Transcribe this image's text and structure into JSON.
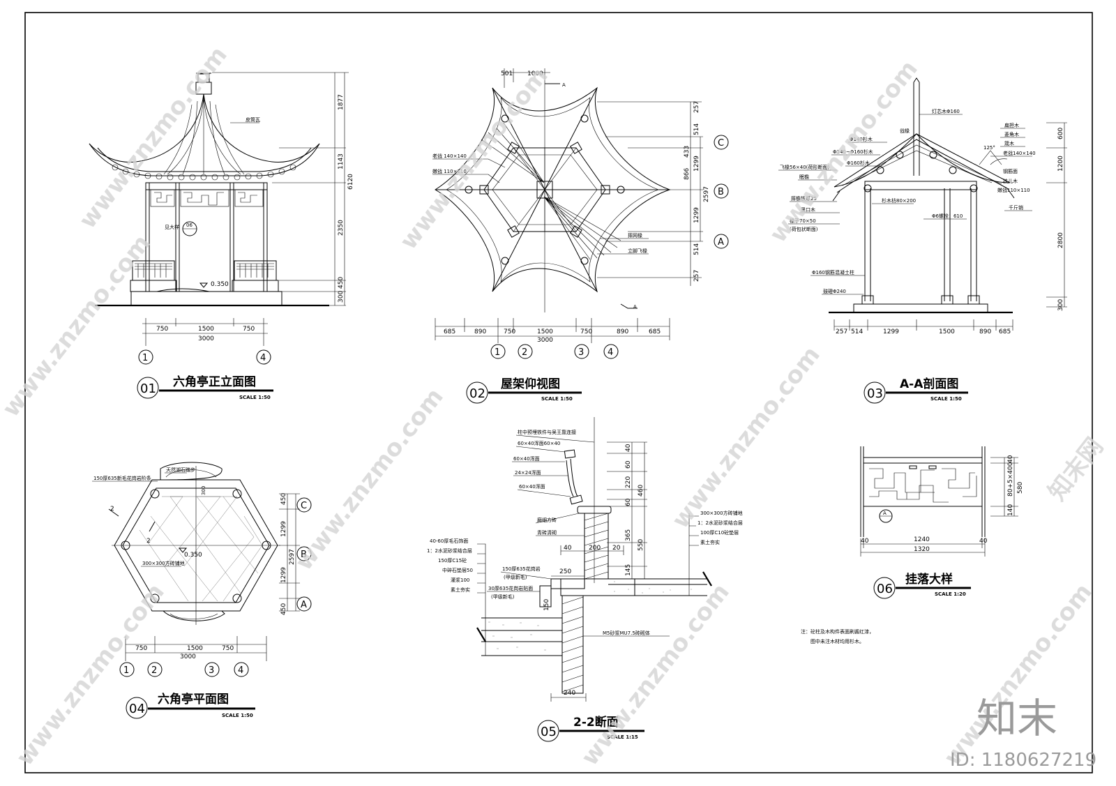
{
  "sheet": {
    "views": {
      "v01": {
        "no": "01",
        "title": "六角亭正立面图",
        "scale": "SCALE 1:50"
      },
      "v02": {
        "no": "02",
        "title": "屋架仰视图",
        "scale": "SCALE 1:50"
      },
      "v03": {
        "no": "03",
        "title": "A-A剖面图",
        "scale": "SCALE 1:50"
      },
      "v04": {
        "no": "04",
        "title": "六角亭平面图",
        "scale": "SCALE 1:50"
      },
      "v05": {
        "no": "05",
        "title": "2-2断面",
        "scale": "SCALE 1:15"
      },
      "v06": {
        "no": "06",
        "title": "挂落大样",
        "scale": "SCALE 1:20"
      }
    },
    "axes": {
      "a1": "1",
      "a2": "2",
      "a3": "3",
      "a4": "4",
      "A": "A",
      "B": "B",
      "C": "C"
    },
    "v01_dims": {
      "d750": "750",
      "d1500": "1500",
      "d3000": "3000",
      "h1877": "1877",
      "h1143": "1143",
      "h2350": "2350",
      "h450": "450",
      "h300": "300",
      "h6120": "6120",
      "elev": "0.350",
      "tag1": "皮筒瓦",
      "tag2": "见大样",
      "tag3": "06"
    },
    "v02_dims": {
      "d501": "501",
      "d1000": "1000",
      "d685": "685",
      "d890": "890",
      "d750": "750",
      "d1500": "1500",
      "d3000": "3000",
      "r257": "257",
      "r514": "514",
      "r433": "433",
      "r866": "866",
      "r1299": "1299",
      "r2597": "2597",
      "note1": "老戗 140×140",
      "note2": "嫩戗 110×110",
      "note3": "摔网椽",
      "note4": "立脚飞椽",
      "cut": "A"
    },
    "v03_dims": {
      "n1": "灯芯木Φ160",
      "n2": "Φ140杉木",
      "n3": "Φ140~Φ160杉木",
      "n4": "Φ160杉木",
      "n5": "飞椽56×40(荷形断面)",
      "n6": "眠檐",
      "n7": "摔檐板厚25",
      "n8": "里口木",
      "n9": "椽子70×50",
      "n10": "(荷包状断面)",
      "n11": "Φ160钢筋混凝土柱",
      "n12": "鼓磴Φ240",
      "n13": "杉木枋80×200",
      "n14": "Φ6螺栓：610",
      "n15": "戗椽",
      "n16": "扁担木",
      "n17": "菱角木",
      "n18": "箴木",
      "n19": "老戗140×140",
      "n20": "嫩戗110×110",
      "n21": "钢筋面",
      "n22": "扶儿木",
      "n23": "千斤销",
      "ang": "125°",
      "h600": "600",
      "h1200": "1200",
      "h2800": "2800",
      "h300": "300",
      "b257": "257",
      "b514": "514",
      "b1299": "1299",
      "b1500": "1500",
      "b890": "890",
      "b685": "685"
    },
    "v04_dims": {
      "n1": "天然湖石踏步",
      "n2": "150厚635新毛花岗岩阶条",
      "n3": "300×300方砖铺地",
      "elev": "0.350",
      "d750": "750",
      "d1500": "1500",
      "d3000": "3000",
      "r450": "450",
      "r1299": "1299",
      "r2597": "2597",
      "t300": "300",
      "s2": "2"
    },
    "v05_dims": {
      "n1": "柱中预埋铁件与吴王靠连接",
      "n2": "60×40浑面60×40",
      "n3": "60×40浑面",
      "n4": "24×24浑面",
      "n5": "60×40浑面",
      "n6": "磨细方砖",
      "n7": "青砖清砌",
      "n8": "40-60厚毛石饰面",
      "n9": "1：2水泥砂浆结合层",
      "n10": "150厚C15砼",
      "n11": "中碎石垫层50",
      "n12": "灌浆100",
      "n13": "素土夯实",
      "n14": "150厚635花岗岩",
      "n15": "(甲级新毛)",
      "n16": "30厚635花岗岩贴面",
      "n17": "(甲级新毛)",
      "n18": "M5砂浆MU7.5砖砌体",
      "n19": "300×300方砖铺地",
      "n20": "1：2水泥砂浆结合层",
      "n21": "100厚C10砼垫层",
      "n22": "素土夯实",
      "d40": "40",
      "d200": "200",
      "d20": "20",
      "d250": "250",
      "d240": "240",
      "h40": "40",
      "h60": "60",
      "h220": "220",
      "h460": "460",
      "h365": "365",
      "h550": "550",
      "h145": "145",
      "h150": "150"
    },
    "v06_dims": {
      "d1240": "1240",
      "d1320": "1320",
      "d40": "40",
      "h40": "40",
      "h580": "580",
      "h80": "80+5×400",
      "h140": "140",
      "tag": "A"
    },
    "notes": {
      "line1": "注：砼柱及木构件表面刷酱红漆，",
      "line2": "图中未注木材均用杉木。"
    },
    "watermark": {
      "brand": "知末",
      "site": "www.znzmo.com",
      "site_cn": "知末网",
      "id": "ID: 1180627219"
    }
  }
}
